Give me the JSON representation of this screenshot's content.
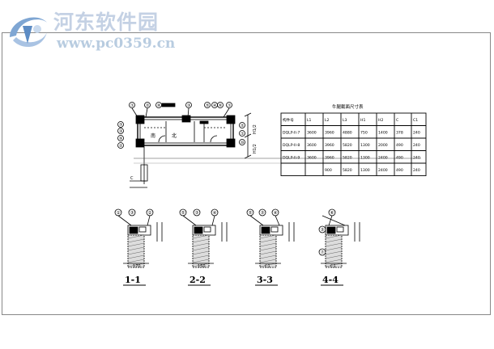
{
  "watermark": {
    "site_name": "河东软件园",
    "url": "www.pc0359.cn"
  },
  "table": {
    "title": "牛腿截面尺寸表",
    "headers": [
      "构件号",
      "L1",
      "L2",
      "L3",
      "H1",
      "H2",
      "C",
      "C1"
    ],
    "rows": [
      [
        "DQLP-II-7",
        "3600",
        "3960",
        "4880",
        "750",
        "1400",
        "378",
        "240"
      ],
      [
        "DQLP-II-8",
        "3600",
        "3960",
        "5820",
        "1300",
        "2000",
        "490",
        "240"
      ],
      [
        "DQLP-II-9",
        "3600",
        "3960",
        "5820",
        "1300",
        "2400",
        "490",
        "240"
      ],
      [
        "",
        "",
        "900",
        "5820",
        "1300",
        "2400",
        "490",
        "240"
      ]
    ]
  },
  "sections": [
    {
      "caption": "1-1",
      "callouts": [
        "①",
        "③",
        "②"
      ],
      "dim_width": "170"
    },
    {
      "caption": "2-2",
      "callouts": [
        "⑤",
        "③",
        "④"
      ],
      "dim_width": "150"
    },
    {
      "caption": "3-3",
      "callouts": [
        "⑤",
        "③",
        "④"
      ],
      "dim_width": "C1"
    },
    {
      "caption": "4-4",
      "callouts": [
        "⑥",
        "③",
        "⑦"
      ],
      "dim_width": "C1"
    }
  ],
  "plan": {
    "top_callouts": [
      "①",
      "②",
      "⑧",
      "③",
      "⑤",
      "④",
      "⑥",
      "①"
    ],
    "left_callouts": [
      "⑦",
      "③",
      "⑨",
      "②"
    ],
    "right_callouts": [
      "②",
      "①",
      "⑩"
    ],
    "labels": [
      "南",
      "北"
    ],
    "dims": [
      "H1/2",
      "H1/2"
    ]
  }
}
